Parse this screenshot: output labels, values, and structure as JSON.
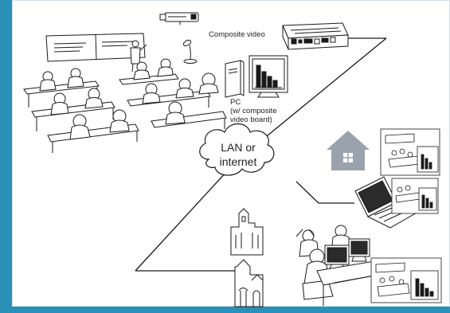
{
  "colors": {
    "frame_accent": "#2a90b8",
    "line": "#1a1a1a",
    "house": "#9aa3ad",
    "paper": "#ffffff"
  },
  "labels": {
    "composite_video": "Composite video",
    "pc_line1": "PC",
    "pc_line2": "(w/ composite",
    "pc_line3": "video board)",
    "cloud_line1": "LAN or",
    "cloud_line2": "internet"
  },
  "icons": [
    "video-camera-icon",
    "microphone-icon",
    "projector-icon",
    "pc-tower-icon",
    "monitor-chart-icon",
    "house-icon",
    "laptop-icon",
    "cloud-icon",
    "building-icon",
    "church-icon"
  ]
}
